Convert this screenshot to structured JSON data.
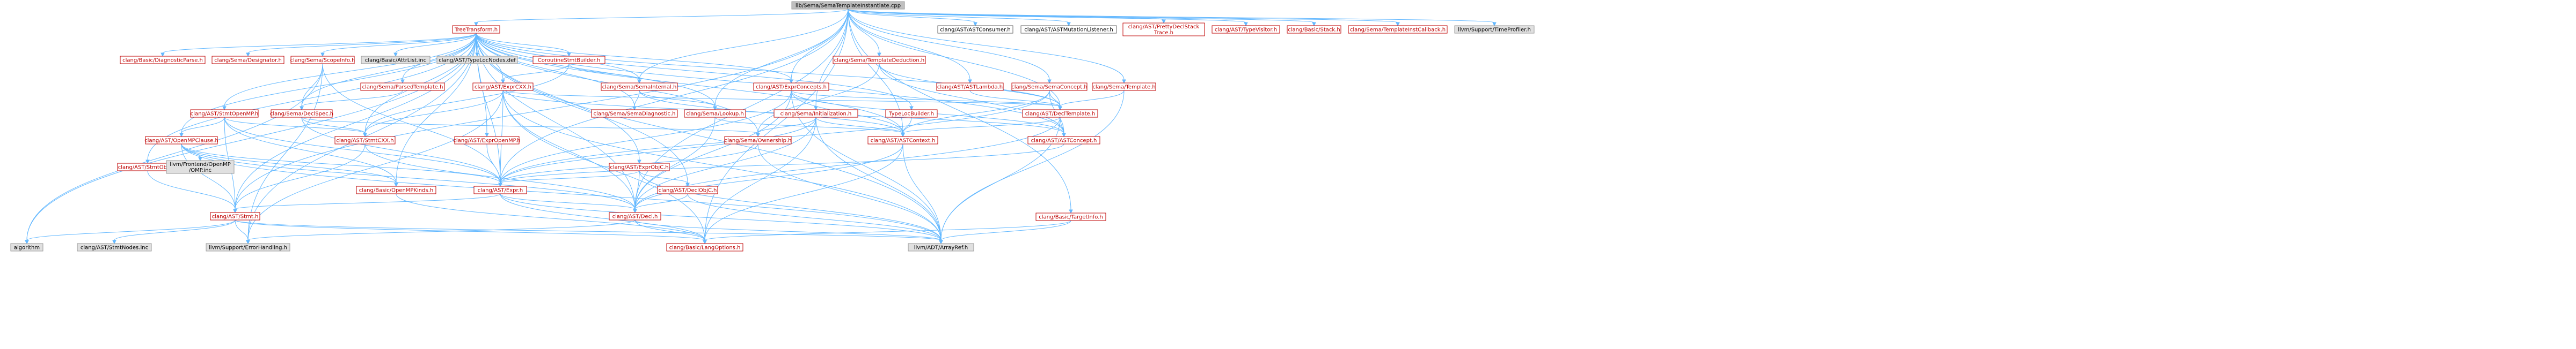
{
  "graph": {
    "nodes": [
      {
        "id": "root",
        "label": "lib/Sema/SemaTemplateInstantiate.cpp",
        "style": "gray"
      },
      {
        "id": "tt",
        "label": "TreeTransform.h",
        "style": "red"
      },
      {
        "id": "astconsumer",
        "label": "clang/AST/ASTConsumer.h",
        "style": "black"
      },
      {
        "id": "astmut",
        "label": "clang/AST/ASTMutationListener.h",
        "style": "black"
      },
      {
        "id": "prettystack",
        "label": "clang/AST/PrettyDeclStack\nTrace.h",
        "style": "red"
      },
      {
        "id": "typevisitor",
        "label": "clang/AST/TypeVisitor.h",
        "style": "red"
      },
      {
        "id": "basicstack",
        "label": "clang/Basic/Stack.h",
        "style": "red"
      },
      {
        "id": "instcallback",
        "label": "clang/Sema/TemplateInstCallback.h",
        "style": "red"
      },
      {
        "id": "timeprofiler",
        "label": "llvm/Support/TimeProfiler.h",
        "style": "dim"
      },
      {
        "id": "diagparse",
        "label": "clang/Basic/DiagnosticParse.h",
        "style": "red"
      },
      {
        "id": "designator",
        "label": "clang/Sema/Designator.h",
        "style": "red"
      },
      {
        "id": "scopeinfo",
        "label": "clang/Sema/ScopeInfo.h",
        "style": "red"
      },
      {
        "id": "attrlist",
        "label": "clang/Basic/AttrList.inc",
        "style": "dim"
      },
      {
        "id": "typelocnodes",
        "label": "clang/AST/TypeLocNodes.def",
        "style": "dim"
      },
      {
        "id": "coroutine",
        "label": "CoroutineStmtBuilder.h",
        "style": "red"
      },
      {
        "id": "tdeduction",
        "label": "clang/Sema/TemplateDeduction.h",
        "style": "red"
      },
      {
        "id": "parsedtemplate",
        "label": "clang/Sema/ParsedTemplate.h",
        "style": "red"
      },
      {
        "id": "exprcxx",
        "label": "clang/AST/ExprCXX.h",
        "style": "red"
      },
      {
        "id": "semainternal",
        "label": "clang/Sema/SemaInternal.h",
        "style": "red"
      },
      {
        "id": "exprconcepts",
        "label": "clang/AST/ExprConcepts.h",
        "style": "red"
      },
      {
        "id": "astlambda",
        "label": "clang/AST/ASTLambda.h",
        "style": "red"
      },
      {
        "id": "semaconcept",
        "label": "clang/Sema/SemaConcept.h",
        "style": "red"
      },
      {
        "id": "sematemplate",
        "label": "clang/Sema/Template.h",
        "style": "red"
      },
      {
        "id": "stmtopenmp",
        "label": "clang/AST/StmtOpenMP.h",
        "style": "red"
      },
      {
        "id": "declspec",
        "label": "clang/Sema/DeclSpec.h",
        "style": "red"
      },
      {
        "id": "semadiag",
        "label": "clang/Sema/SemaDiagnostic.h",
        "style": "red"
      },
      {
        "id": "lookup",
        "label": "clang/Sema/Lookup.h",
        "style": "red"
      },
      {
        "id": "typelocbuilder",
        "label": "TypeLocBuilder.h",
        "style": "red"
      },
      {
        "id": "decltemplate",
        "label": "clang/AST/DeclTemplate.h",
        "style": "red"
      },
      {
        "id": "initialization",
        "label": "clang/Sema/Initialization.h",
        "style": "red"
      },
      {
        "id": "openmpclause",
        "label": "clang/AST/OpenMPClause.h",
        "style": "red"
      },
      {
        "id": "stmtcxx",
        "label": "clang/AST/StmtCXX.h",
        "style": "red"
      },
      {
        "id": "expropenmp",
        "label": "clang/AST/ExprOpenMP.h",
        "style": "red"
      },
      {
        "id": "ownership",
        "label": "clang/Sema/Ownership.h",
        "style": "red"
      },
      {
        "id": "astcontext",
        "label": "clang/AST/ASTContext.h",
        "style": "red"
      },
      {
        "id": "astconcept",
        "label": "clang/AST/ASTConcept.h",
        "style": "red"
      },
      {
        "id": "exprobjc",
        "label": "clang/AST/ExprObjC.h",
        "style": "red"
      },
      {
        "id": "stmtobjc",
        "label": "clang/AST/StmtObjC.h",
        "style": "red"
      },
      {
        "id": "frontendomp",
        "label": "llvm/Frontend/OpenMP\n/OMP.inc",
        "style": "dim"
      },
      {
        "id": "openmpkinds",
        "label": "clang/Basic/OpenMPKinds.h",
        "style": "red"
      },
      {
        "id": "expr",
        "label": "clang/AST/Expr.h",
        "style": "red"
      },
      {
        "id": "declobjc",
        "label": "clang/AST/DeclObjC.h",
        "style": "red"
      },
      {
        "id": "targetinfo",
        "label": "clang/Basic/TargetInfo.h",
        "style": "red"
      },
      {
        "id": "stmt",
        "label": "clang/AST/Stmt.h",
        "style": "red"
      },
      {
        "id": "decl",
        "label": "clang/AST/Decl.h",
        "style": "red"
      },
      {
        "id": "algorithm",
        "label": "algorithm",
        "style": "dim"
      },
      {
        "id": "stmtnodes",
        "label": "clang/AST/StmtNodes.inc",
        "style": "dim"
      },
      {
        "id": "errorhandling",
        "label": "llvm/Support/ErrorHandling.h",
        "style": "dim"
      },
      {
        "id": "langoptions",
        "label": "clang/Basic/LangOptions.h",
        "style": "red"
      },
      {
        "id": "arrayref",
        "label": "llvm/ADT/ArrayRef.h",
        "style": "dim"
      }
    ]
  },
  "colors": {
    "edge": "#63b8ff",
    "red_text": "#bf0000",
    "gray_fill": "#bfbfbf"
  }
}
